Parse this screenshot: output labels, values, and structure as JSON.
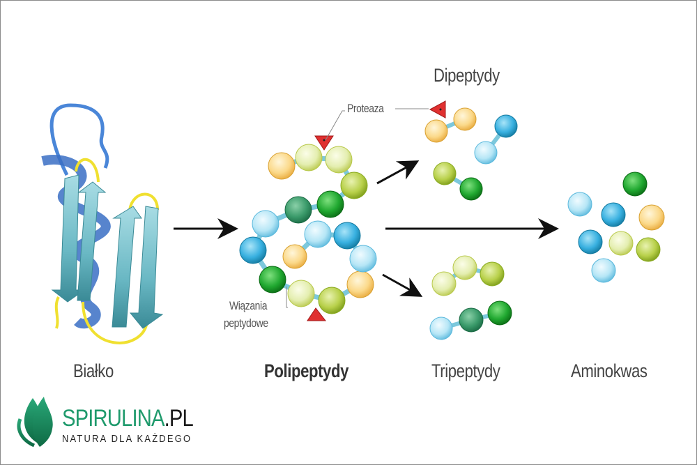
{
  "title": "Protein digestion diagram",
  "labels": {
    "protein": "Białko",
    "polypeptides": "Polipeptydy",
    "dipeptides": "Dipeptydy",
    "tripeptides": "Tripeptydy",
    "amino_acid": "Aminokwas",
    "protease": "Proteaza",
    "peptide_bonds_line1": "Wiązania",
    "peptide_bonds_line2": "peptydowe"
  },
  "logo": {
    "brand": "SPIRULINA",
    "suffix": ".PL",
    "tagline": "NATURA DLA KAŻDEGO",
    "leaf_icon": "leaf-icon"
  },
  "colors": {
    "amino_yellow": "#f7c766",
    "amino_lightgreen": "#d8e898",
    "amino_green": "#a8c83a",
    "amino_darkgreen": "#1a9a2a",
    "amino_teal": "#2e8f5e",
    "amino_lightblue": "#a6def0",
    "amino_blue": "#2aa8d8",
    "bond": "#7cc8dc",
    "protease": "#e03030",
    "arrow": "#111111",
    "brand_green": "#1f9a6c"
  }
}
